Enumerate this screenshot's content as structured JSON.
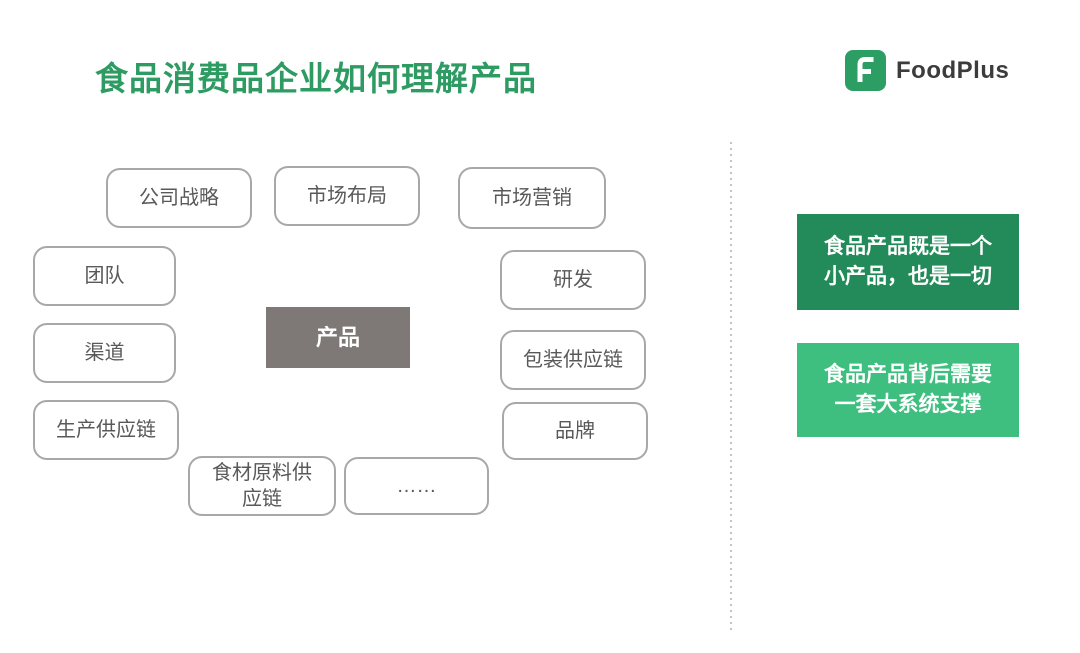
{
  "title": "食品消费品企业如何理解产品",
  "logo": {
    "text": "FoodPlus",
    "icon": "foodplus-f-icon"
  },
  "diagram": {
    "center": {
      "label": "产品"
    },
    "nodes": [
      {
        "id": "company-strategy",
        "label": "公司战略"
      },
      {
        "id": "market-layout",
        "label": "市场布局"
      },
      {
        "id": "marketing",
        "label": "市场营销"
      },
      {
        "id": "team",
        "label": "团队"
      },
      {
        "id": "rnd",
        "label": "研发"
      },
      {
        "id": "channels",
        "label": "渠道"
      },
      {
        "id": "packaging-supply-chain",
        "label": "包装供应链"
      },
      {
        "id": "production-supply-chain",
        "label": "生产供应链"
      },
      {
        "id": "brand",
        "label": "品牌"
      },
      {
        "id": "ingredient-supply-chain",
        "label": "食材原料供应链"
      },
      {
        "id": "more-ellipsis",
        "label": "……"
      }
    ]
  },
  "callouts": [
    {
      "text": "食品产品既是一个小产品，也是一切",
      "bg": "#238B59"
    },
    {
      "text": "食品产品背后需要一套大系统支撑",
      "bg": "#3FBF7F"
    }
  ],
  "colors": {
    "title_green": "#2E9C62",
    "logo_green": "#2D9E63",
    "callout_dark_green": "#238B59",
    "callout_light_green": "#3FBF7F",
    "center_box_gray": "#7E7977",
    "node_border_gray": "#A8A8A8",
    "node_text_gray": "#595959"
  }
}
